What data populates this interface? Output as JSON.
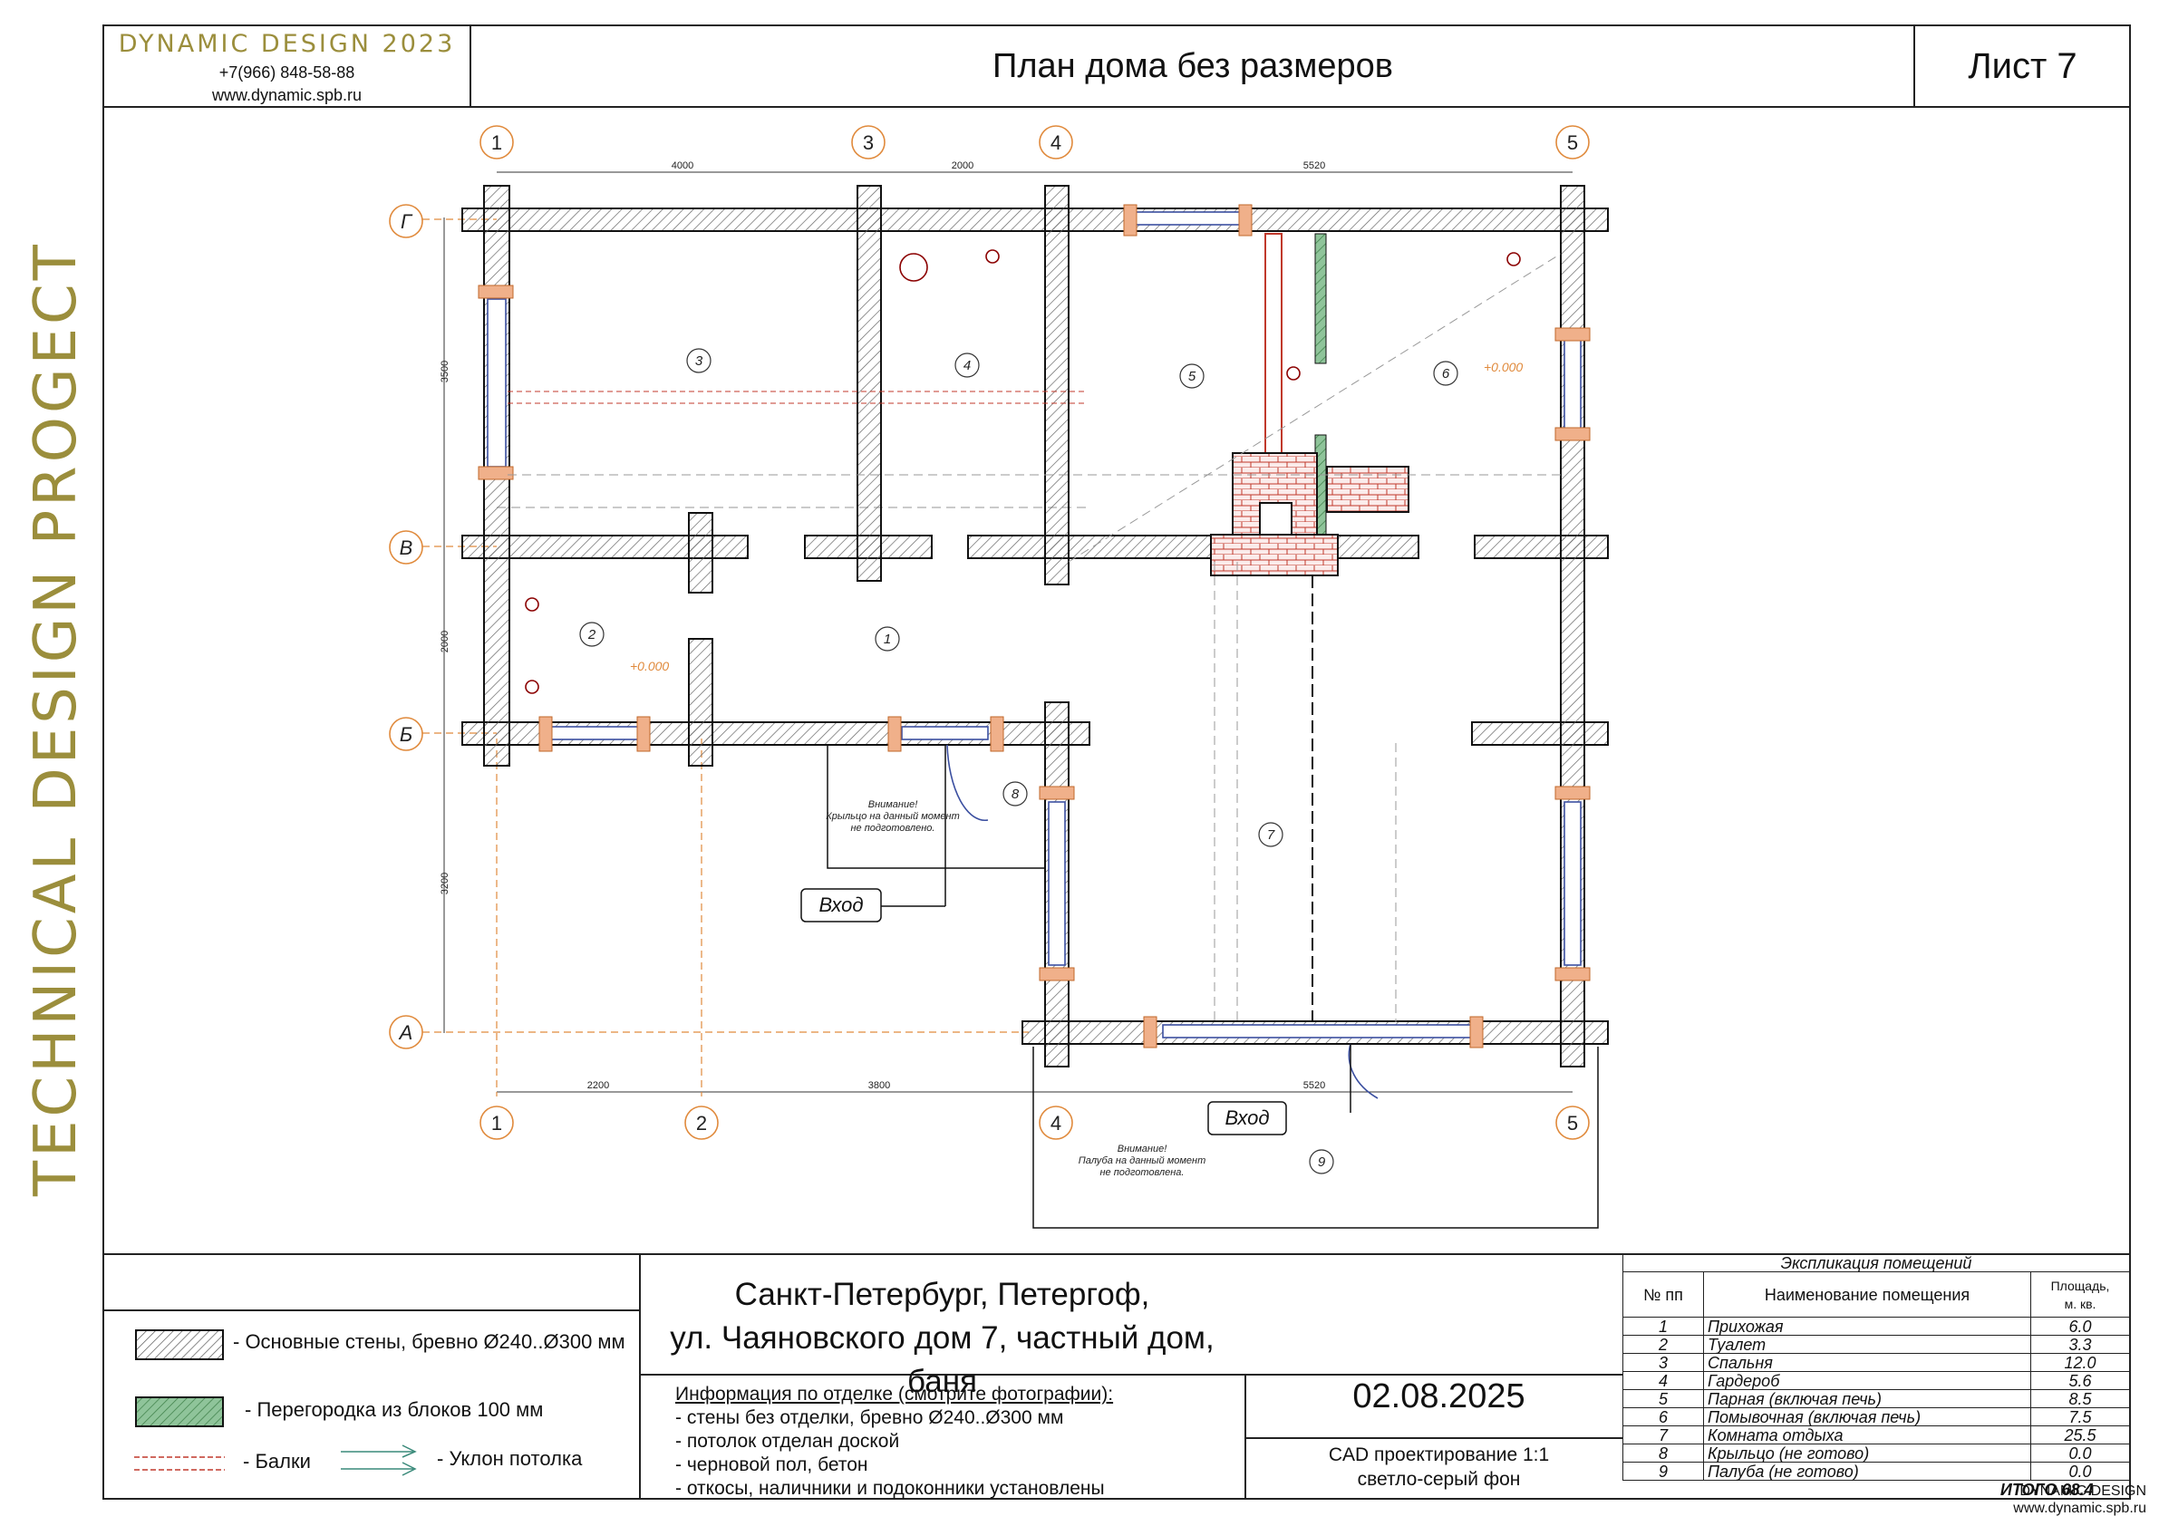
{
  "brand": {
    "name": "DYNAMIC DESIGN 2023",
    "phone": "+7(966) 848-58-88",
    "site": "www.dynamic.spb.ru"
  },
  "title": "План дома без размеров",
  "sheet": "Лист 7",
  "vertical_caption": "TECHNICAL DESIGN PROGECT",
  "plan": {
    "axes_top": [
      "1",
      "3",
      "4",
      "5"
    ],
    "axes_bottom": [
      "1",
      "2",
      "4",
      "5"
    ],
    "axes_left": [
      "Г",
      "В",
      "Б",
      "А"
    ],
    "dims_top": [
      "4000",
      "2000",
      "5520"
    ],
    "dims_bottom": [
      "2200",
      "3800",
      "5520"
    ],
    "dims_left": [
      "3500",
      "2000",
      "3200"
    ],
    "rooms": [
      "1",
      "2",
      "3",
      "4",
      "5",
      "6",
      "7",
      "8",
      "9"
    ],
    "levels": [
      "+0.000",
      "+0.000"
    ],
    "entrance_labels": [
      "Вход",
      "Вход"
    ],
    "note_porch": [
      "Внимание!",
      "Крыльцо на данный момент",
      "не подготовлено."
    ],
    "note_deck": [
      "Внимание!",
      "Палуба на данный момент",
      "не подготовлена."
    ]
  },
  "legend": {
    "walls": "- Основные стены, бревно Ø240..Ø300 мм",
    "partition": "- Перегородка из блоков 100 мм",
    "beams": "- Балки",
    "slope": "- Уклон потолка"
  },
  "address": {
    "line1": "Санкт-Петербург, Петергоф,",
    "line2": "ул. Чаяновского дом 7, частный дом, баня"
  },
  "finish": {
    "header": "Информация по отделке (смотрите фотографии):",
    "items": [
      "- стены без отделки, бревно Ø240..Ø300 мм",
      "- потолок отделан доской",
      "- черновой пол, бетон",
      "- откосы, наличники и подоконники установлены"
    ]
  },
  "date": "02.08.2025",
  "cad": {
    "line1": "CAD проектирование 1:1",
    "line2": "светло-серый фон"
  },
  "explication": {
    "title": "Экспликация помещений",
    "col_num": "№ пп",
    "col_name": "Наименование помещения",
    "col_area_1": "Площадь,",
    "col_area_2": "м. кв.",
    "rows": [
      {
        "n": "1",
        "name": "Прихожая",
        "area": "6.0"
      },
      {
        "n": "2",
        "name": "Туалет",
        "area": "3.3"
      },
      {
        "n": "3",
        "name": "Спальня",
        "area": "12.0"
      },
      {
        "n": "4",
        "name": "Гардероб",
        "area": "5.6"
      },
      {
        "n": "5",
        "name": "Парная (включая печь)",
        "area": "8.5"
      },
      {
        "n": "6",
        "name": "Помывочная (включая печь)",
        "area": "7.5"
      },
      {
        "n": "7",
        "name": "Комната отдыха",
        "area": "25.5"
      },
      {
        "n": "8",
        "name": "Крыльцо (не готово)",
        "area": "0.0"
      },
      {
        "n": "9",
        "name": "Палуба (не готово)",
        "area": "0.0"
      }
    ],
    "total_label": "ИТОГО",
    "total_value": "68.4"
  },
  "footer": {
    "brand": "DYNAMIC DESIGN",
    "site": "www.dynamic.spb.ru"
  },
  "colors": {
    "gold": "#9b8e3c",
    "axis_orange": "#e08a3c",
    "brick": "#c0392b",
    "partition_green": "#3a7d44",
    "window_blue": "#3b4fa0"
  }
}
